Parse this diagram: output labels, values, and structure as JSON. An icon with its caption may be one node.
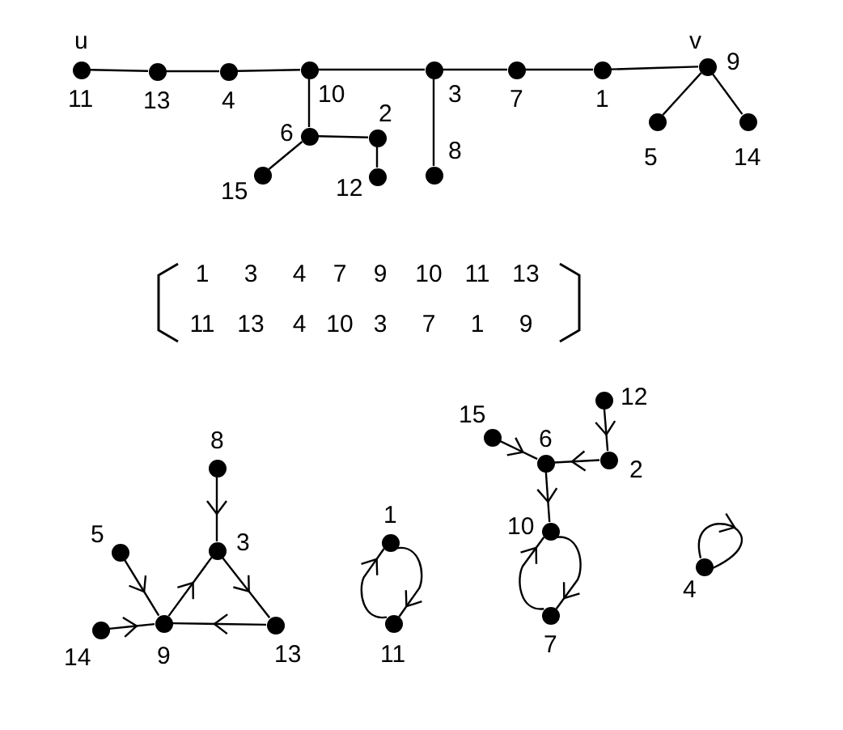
{
  "diagram": {
    "nodes": [
      {
        "text": [
          "11"
        ],
        "beside": [
          "u"
        ]
      },
      {
        "text": [
          "13"
        ]
      },
      {
        "text": [
          "4"
        ]
      },
      {
        "text": [
          "10"
        ]
      },
      {
        "text": [
          "3"
        ]
      },
      {
        "text": [
          "7"
        ]
      },
      {
        "text": [
          "1"
        ]
      },
      {
        "text": [
          "9"
        ],
        "beside": [
          "v"
        ]
      },
      {
        "text": [
          "6"
        ]
      },
      {
        "text": [
          "2"
        ]
      },
      {
        "text": [
          "8"
        ]
      },
      {
        "text": [
          "5"
        ]
      },
      {
        "text": [
          "14"
        ]
      },
      {
        "text": [
          "15"
        ]
      },
      {
        "text": [
          "12"
        ]
      },
      {
        "text": [
          "12"
        ]
      },
      {
        "text": [
          "15"
        ]
      },
      {
        "text": [
          "6"
        ]
      },
      {
        "text": [
          "2"
        ]
      },
      {
        "text": [
          "8"
        ]
      },
      {
        "text": [
          "1"
        ]
      },
      {
        "text": [
          "3"
        ]
      },
      {
        "text": [
          "10"
        ]
      },
      {
        "text": [
          "5"
        ]
      },
      {
        "text": [
          "4"
        ]
      },
      {
        "text": [
          "14"
        ]
      },
      {
        "text": [
          "9"
        ]
      },
      {
        "text": [
          "13"
        ]
      },
      {
        "text": [
          "11"
        ]
      },
      {
        "text": [
          "7"
        ]
      }
    ],
    "edges": [
      {
        "from": 0,
        "to": 1,
        "arrow": "none"
      },
      {
        "from": 1,
        "to": 2,
        "arrow": "none"
      },
      {
        "from": 2,
        "to": 3,
        "arrow": "none"
      },
      {
        "from": 3,
        "to": 4,
        "arrow": "none"
      },
      {
        "from": 4,
        "to": 5,
        "arrow": "none"
      },
      {
        "from": 5,
        "to": 6,
        "arrow": "none"
      },
      {
        "from": 6,
        "to": 7,
        "arrow": "none"
      },
      {
        "from": 3,
        "to": 8,
        "arrow": "none"
      },
      {
        "from": 8,
        "to": 9,
        "arrow": "none"
      },
      {
        "from": 9,
        "to": 14,
        "arrow": "none"
      },
      {
        "from": 8,
        "to": 13,
        "arrow": "none"
      },
      {
        "from": 4,
        "to": 10,
        "arrow": "none"
      },
      {
        "from": 7,
        "to": 11,
        "arrow": "none"
      },
      {
        "from": 7,
        "to": 12,
        "arrow": "none"
      },
      {
        "from": 19,
        "to": 21,
        "arrow": "to"
      },
      {
        "from": 23,
        "to": 26,
        "arrow": "to"
      },
      {
        "from": 25,
        "to": 26,
        "arrow": "to"
      },
      {
        "from": 26,
        "to": 21,
        "arrow": "to"
      },
      {
        "from": 21,
        "to": 27,
        "arrow": "to"
      },
      {
        "from": 27,
        "to": 26,
        "arrow": "to"
      },
      {
        "from": 20,
        "to": 28,
        "arrow": "to"
      },
      {
        "from": 28,
        "to": 20,
        "arrow": "to"
      },
      {
        "from": 16,
        "to": 17,
        "arrow": "to"
      },
      {
        "from": 15,
        "to": 18,
        "arrow": "to"
      },
      {
        "from": 18,
        "to": 17,
        "arrow": "to"
      },
      {
        "from": 17,
        "to": 22,
        "arrow": "to"
      },
      {
        "from": 22,
        "to": 29,
        "arrow": "to"
      },
      {
        "from": 29,
        "to": 22,
        "arrow": "to"
      },
      {
        "from": 24,
        "to": 24,
        "arrow": "to"
      }
    ],
    "labels": [
      "1",
      "3",
      "4",
      "7",
      "9",
      "10",
      "11",
      "13",
      "11",
      "13",
      "4",
      "10",
      "3",
      "7",
      "1",
      "9"
    ]
  }
}
